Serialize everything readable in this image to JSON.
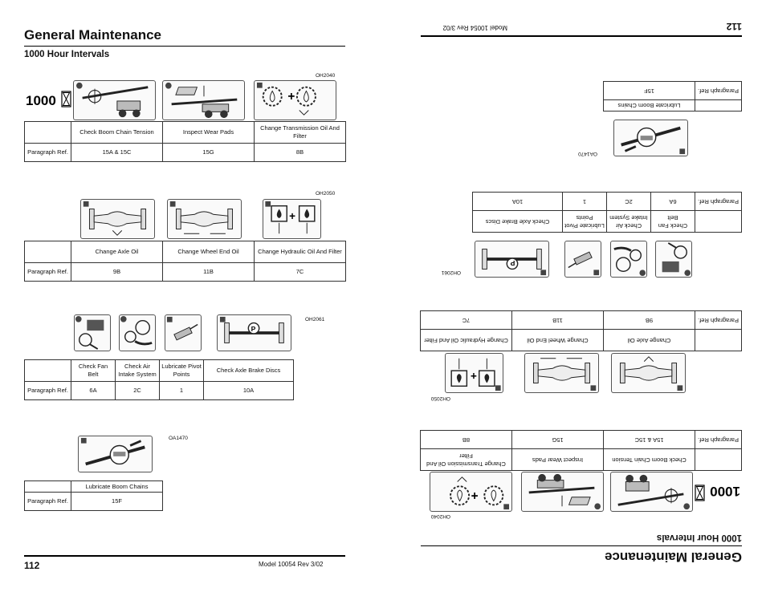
{
  "page_title": "General Maintenance",
  "section_title": "1000 Hour Intervals",
  "interval_mark": "1000",
  "page_number": "112",
  "footer_model": "Model  10054   Rev  3/02",
  "row_header": "Paragraph Ref.",
  "groups": [
    {
      "figure_code": "OH2040",
      "tasks": [
        {
          "label": "Check Boom Chain Tension",
          "ref": "15A & 15C"
        },
        {
          "label": "Inspect Wear Pads",
          "ref": "15G"
        },
        {
          "label": "Change Transmission Oil And Filter",
          "ref": "8B"
        }
      ]
    },
    {
      "figure_code": "OH2050",
      "tasks": [
        {
          "label": "Change Axle Oil",
          "ref": "9B"
        },
        {
          "label": "Change Wheel End Oil",
          "ref": "11B"
        },
        {
          "label": "Change Hydraulic Oil And Filter",
          "ref": "7C"
        }
      ]
    },
    {
      "figure_code": "OH2061",
      "tasks": [
        {
          "label": "Check Fan Belt",
          "ref": "6A"
        },
        {
          "label": "Check Air Intake System",
          "ref": "2C"
        },
        {
          "label": "Lubricate Pivot Points",
          "ref": "1"
        },
        {
          "label": "Check Axle Brake Discs",
          "ref": "10A"
        }
      ]
    },
    {
      "figure_code": "OA1470",
      "tasks": [
        {
          "label": "Lubricate Boom Chains",
          "ref": "15F"
        }
      ]
    }
  ]
}
